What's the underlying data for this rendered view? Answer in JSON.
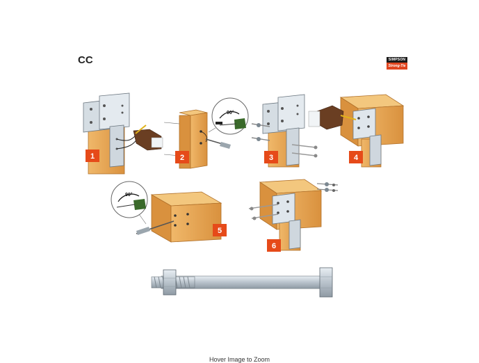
{
  "product": {
    "code": "CC"
  },
  "brand": {
    "name_top": "SIMPSON",
    "name_bottom": "Strong-Tie"
  },
  "steps": [
    {
      "number": "1"
    },
    {
      "number": "2"
    },
    {
      "number": "3"
    },
    {
      "number": "4"
    },
    {
      "number": "5"
    },
    {
      "number": "6"
    }
  ],
  "drill_angle": "90°",
  "caption": "Hover Image to Zoom",
  "colors": {
    "wood": "#e8a95a",
    "wood_dark": "#c98535",
    "steel": "#c9d2da",
    "badge": "#e64a19"
  }
}
